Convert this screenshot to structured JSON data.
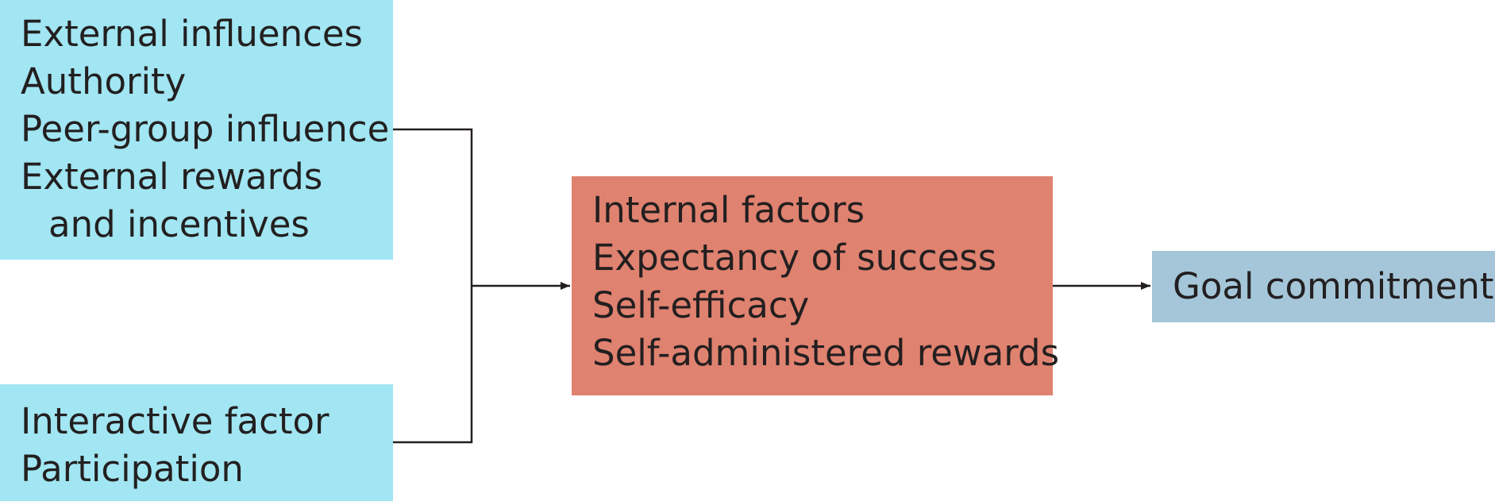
{
  "colors": {
    "external_box": "#a1e6f2",
    "interactive_box": "#a1e6f2",
    "internal_box": "#e08270",
    "goal_box": "#a4c6d8",
    "connector": "#231f20",
    "text": "#231f20"
  },
  "external": {
    "lines": [
      "External influences",
      "Authority",
      "Peer-group influence",
      "External rewards",
      "and incentives"
    ]
  },
  "interactive": {
    "lines": [
      "Interactive factor",
      "Participation"
    ]
  },
  "internal": {
    "lines": [
      "Internal factors",
      "Expectancy of success",
      "Self-efficacy",
      "Self-administered rewards"
    ]
  },
  "goal": {
    "label": "Goal commitment"
  }
}
